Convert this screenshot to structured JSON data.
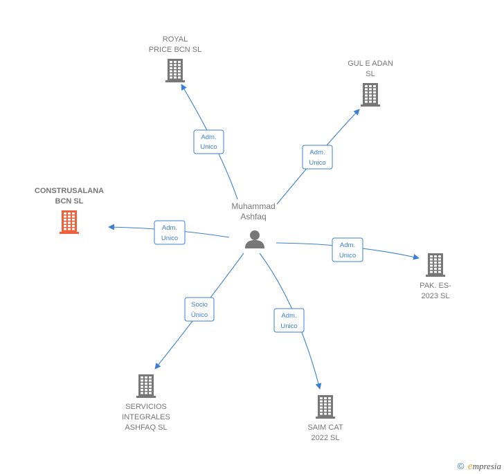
{
  "center": {
    "name_line1": "Muhammad",
    "name_line2": "Ashfaq",
    "icon": "person-icon"
  },
  "nodes": [
    {
      "id": "royal",
      "line1": "ROYAL",
      "line2": "PRICE BCN  SL",
      "line3": "",
      "highlight": false,
      "icon": "building-icon",
      "relation_line1": "Adm.",
      "relation_line2": "Unico"
    },
    {
      "id": "gul",
      "line1": "GUL E ADAN",
      "line2": "SL",
      "line3": "",
      "highlight": false,
      "icon": "building-icon",
      "relation_line1": "Adm.",
      "relation_line2": "Unico"
    },
    {
      "id": "construsalana",
      "line1": "CONSTRUSALANA",
      "line2": "BCN  SL",
      "line3": "",
      "highlight": true,
      "icon": "building-icon",
      "relation_line1": "Adm.",
      "relation_line2": "Unico"
    },
    {
      "id": "pak",
      "line1": "PAK. ES-",
      "line2": "2023  SL",
      "line3": "",
      "highlight": false,
      "icon": "building-icon",
      "relation_line1": "Adm.",
      "relation_line2": "Unico"
    },
    {
      "id": "servicios",
      "line1": "SERVICIOS",
      "line2": "INTEGRALES",
      "line3": "ASHFAQ SL",
      "highlight": false,
      "icon": "building-icon",
      "relation_line1": "Socio",
      "relation_line2": "Único"
    },
    {
      "id": "saim",
      "line1": "SAIM CAT",
      "line2": "2022  SL",
      "line3": "",
      "highlight": false,
      "icon": "building-icon",
      "relation_line1": "Adm.",
      "relation_line2": "Unico"
    }
  ],
  "footer": {
    "copyright": "©",
    "brand_initial": "e",
    "brand_rest": "mpresia"
  },
  "colors": {
    "edge": "#3a7fd5",
    "building": "#777777",
    "highlight_building": "#f0603a",
    "label": "#777777"
  }
}
